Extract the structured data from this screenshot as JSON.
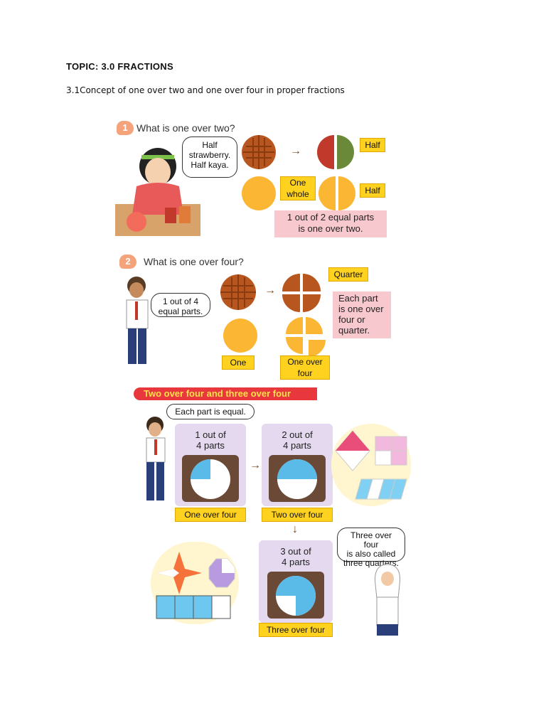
{
  "topic": "TOPIC: 3.0 FRACTIONS",
  "subtitle": "3.1Concept of one over two and one over four in proper fractions",
  "section1": {
    "number": "1",
    "title": "What is one over two?",
    "speech": [
      "Half",
      "strawberry.",
      "Half kaya."
    ],
    "half_label_top": "Half",
    "one_whole": [
      "One",
      "whole"
    ],
    "half_label_bottom": "Half",
    "note": [
      "1 out of 2 equal parts",
      "is one over two."
    ]
  },
  "section2": {
    "number": "2",
    "title": "What is one over four?",
    "speech": [
      "1 out of 4",
      "equal parts."
    ],
    "quarter_label": "Quarter",
    "note": [
      "Each part",
      "is one over",
      "four or",
      "quarter."
    ],
    "one_label": "One",
    "one_over_four_label": [
      "One over",
      "four"
    ]
  },
  "section3": {
    "banner": "Two over four and three over four",
    "speech": "Each part is equal.",
    "card1": {
      "title": [
        "1 out of",
        "4 parts"
      ],
      "label": "One over four"
    },
    "card2": {
      "title": [
        "2 out of",
        "4 parts"
      ],
      "label": "Two over four"
    },
    "card3": {
      "title": [
        "3 out of",
        "4 parts"
      ],
      "label": "Three over four"
    },
    "speech2": [
      "Three over four",
      "is also called",
      "three quarters."
    ]
  },
  "colors": {
    "waffle": "#b8561f",
    "orange": "#fbb634",
    "yellow": "#ffd21f",
    "pink": "#f7c9cf",
    "purple": "#e4d9ef",
    "blue": "#5bbbe8",
    "red": "#e8383d"
  }
}
